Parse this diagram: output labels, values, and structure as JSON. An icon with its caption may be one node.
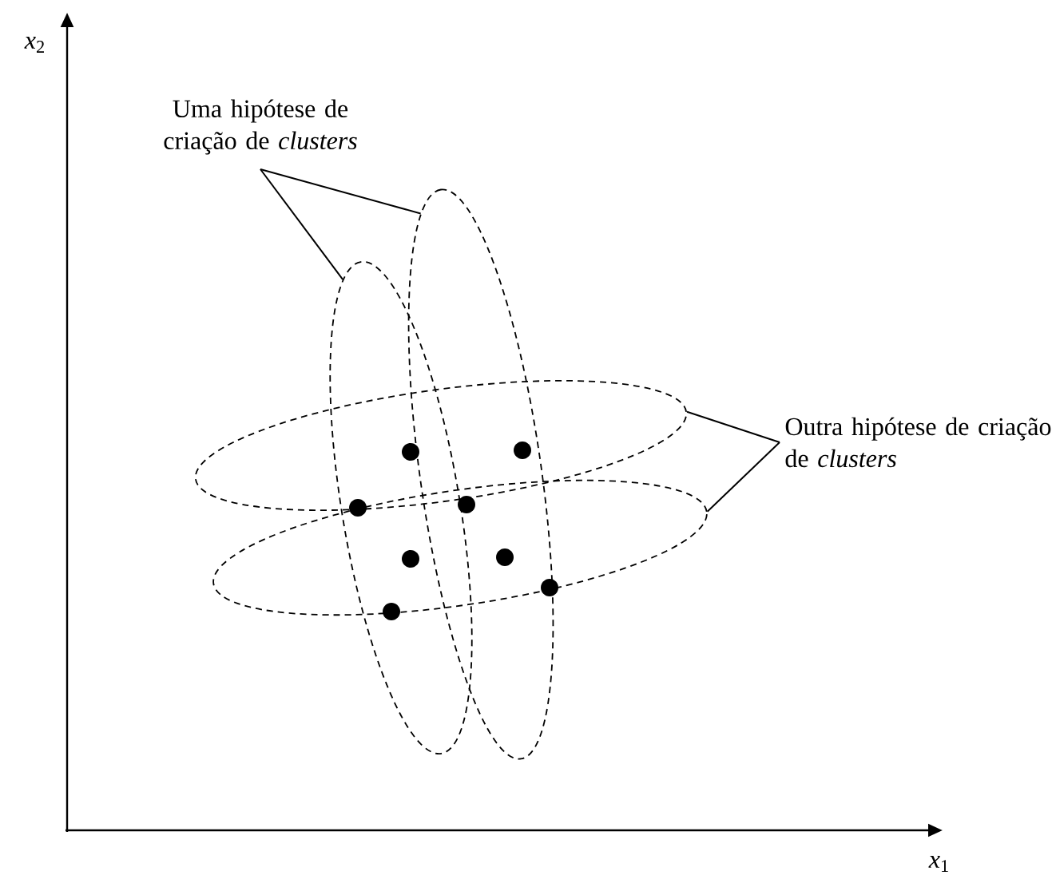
{
  "diagram": {
    "nodes": [
      {
        "text": [
          "Uma hipótese de criação de *clusters*"
        ]
      },
      {
        "text": [
          "Outra hipótese de criação de *clusters*"
        ]
      },
      {
        "text": [],
        "shape": "ellipse"
      },
      {
        "text": [],
        "shape": "ellipse"
      },
      {
        "text": [],
        "shape": "ellipse"
      },
      {
        "text": [],
        "shape": "ellipse"
      }
    ],
    "edges": [
      {
        "from": 0,
        "to": 2,
        "arrow": "none"
      },
      {
        "from": 0,
        "to": 3,
        "arrow": "none"
      },
      {
        "from": 1,
        "to": 4,
        "arrow": "none"
      },
      {
        "from": 1,
        "to": 5,
        "arrow": "none"
      }
    ],
    "labels": [
      "*x*$_{2}$",
      "*x*$_{1}$"
    ]
  }
}
